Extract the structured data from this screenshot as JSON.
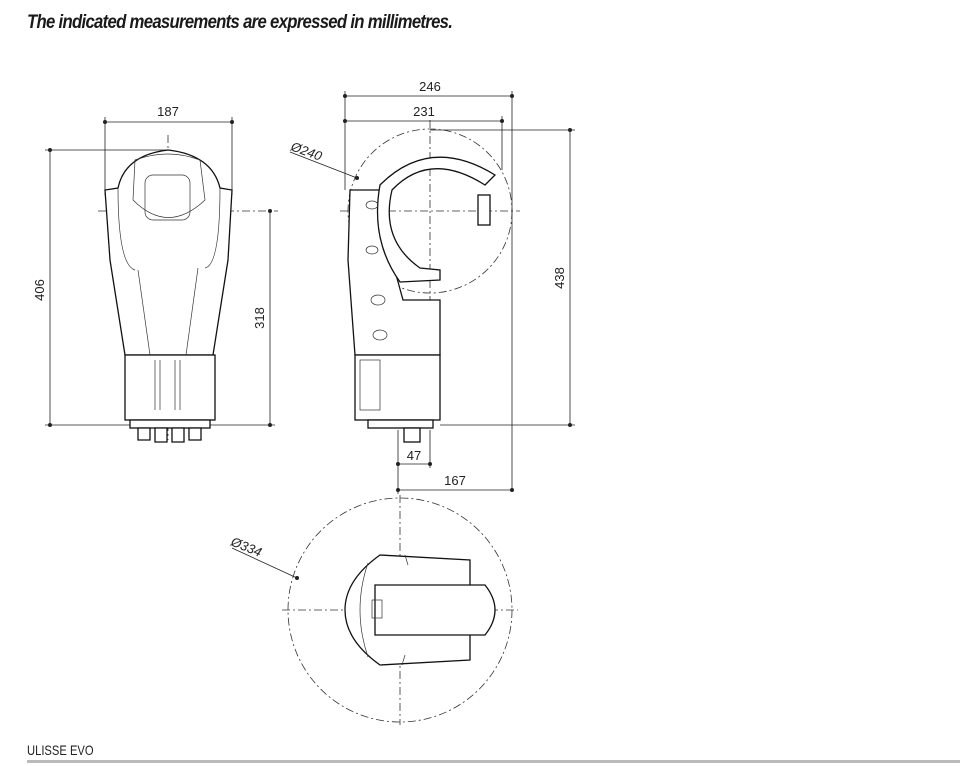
{
  "header": {
    "note": "The indicated measurements are expressed in millimetres."
  },
  "front_view": {
    "width": "187",
    "height_total": "406",
    "height_axis": "318"
  },
  "side_view": {
    "width_outer": "246",
    "width_inner": "231",
    "diameter": "Ø240",
    "height_total": "438",
    "offset_small": "47",
    "offset_large": "167"
  },
  "top_view": {
    "diameter": "Ø334"
  },
  "footer": {
    "product": "ULISSE EVO"
  }
}
